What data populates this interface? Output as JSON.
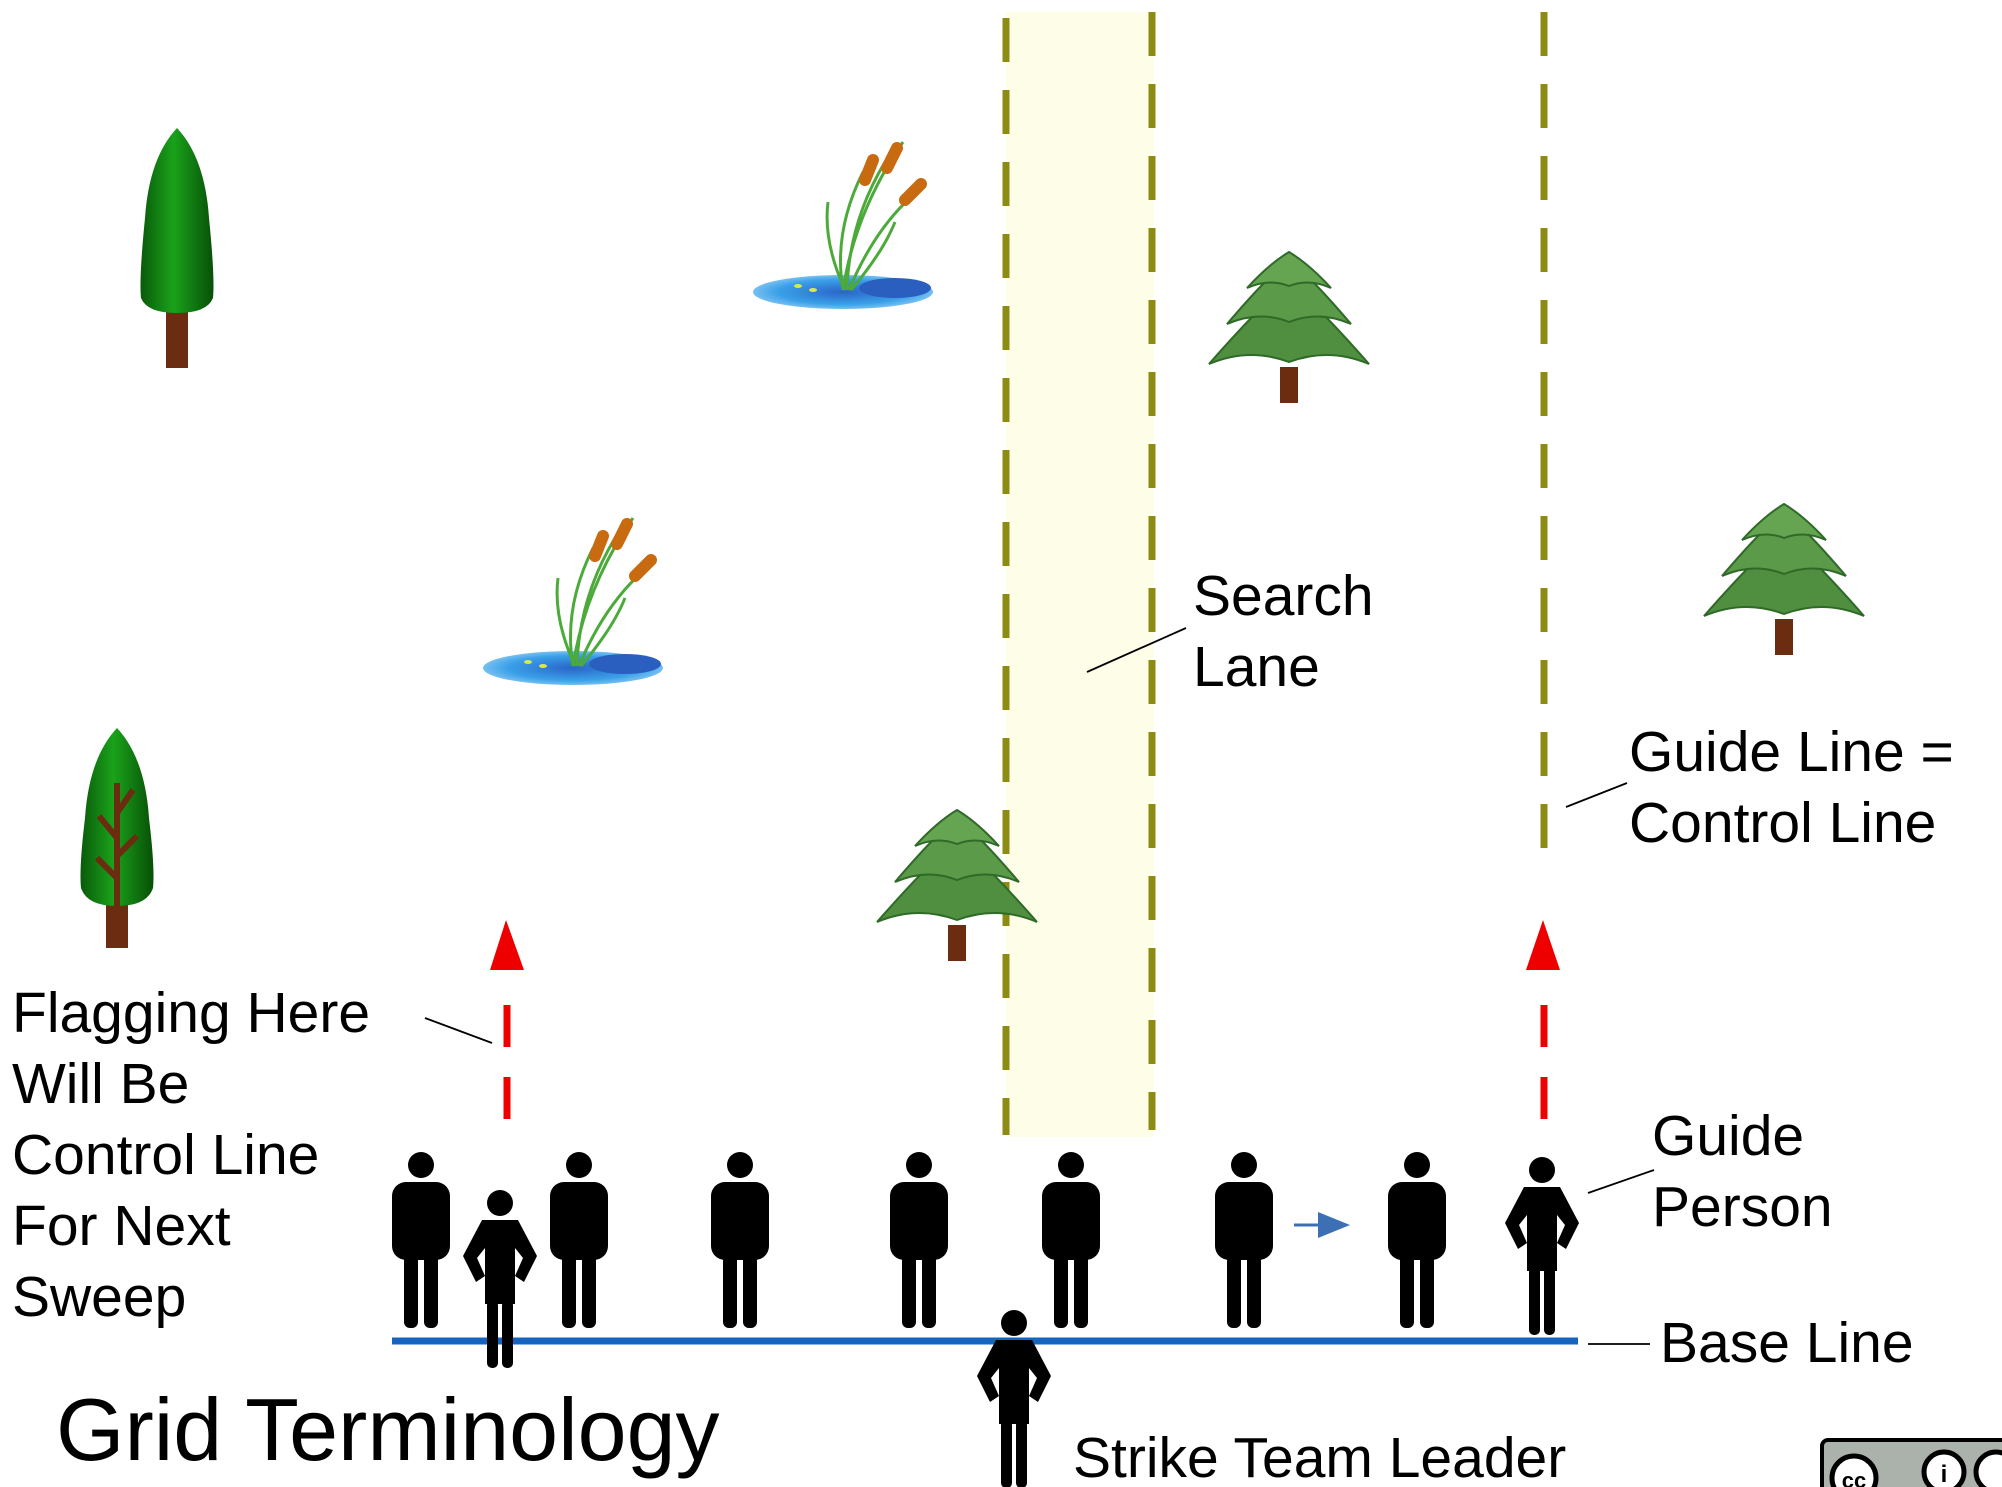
{
  "title": "Grid Terminology",
  "labels": {
    "search_lane": [
      "Search",
      "Lane"
    ],
    "guide_line": [
      "Guide Line =",
      "Control Line"
    ],
    "flagging": [
      "Flagging Here",
      "Will Be",
      "Control Line",
      "For Next",
      "Sweep"
    ],
    "guide_person": [
      "Guide",
      "Person"
    ],
    "base_line": "Base Line",
    "strike_team_leader": "Strike Team Leader"
  },
  "icons": {
    "license_badge": "creative-commons-badge-icon"
  },
  "colors": {
    "guide_line": "#8c8c14",
    "search_lane_fill": "#fefee8",
    "base_line": "#1565c0",
    "flagging_line": "#ee0000",
    "direction_arrow": "#3d6fb5",
    "tree_dark": "#0b6e0b",
    "pine": "#4f8f3f",
    "trunk": "#6b2c10",
    "pond": "#3aa0e8",
    "cattail": "#c76a10"
  }
}
